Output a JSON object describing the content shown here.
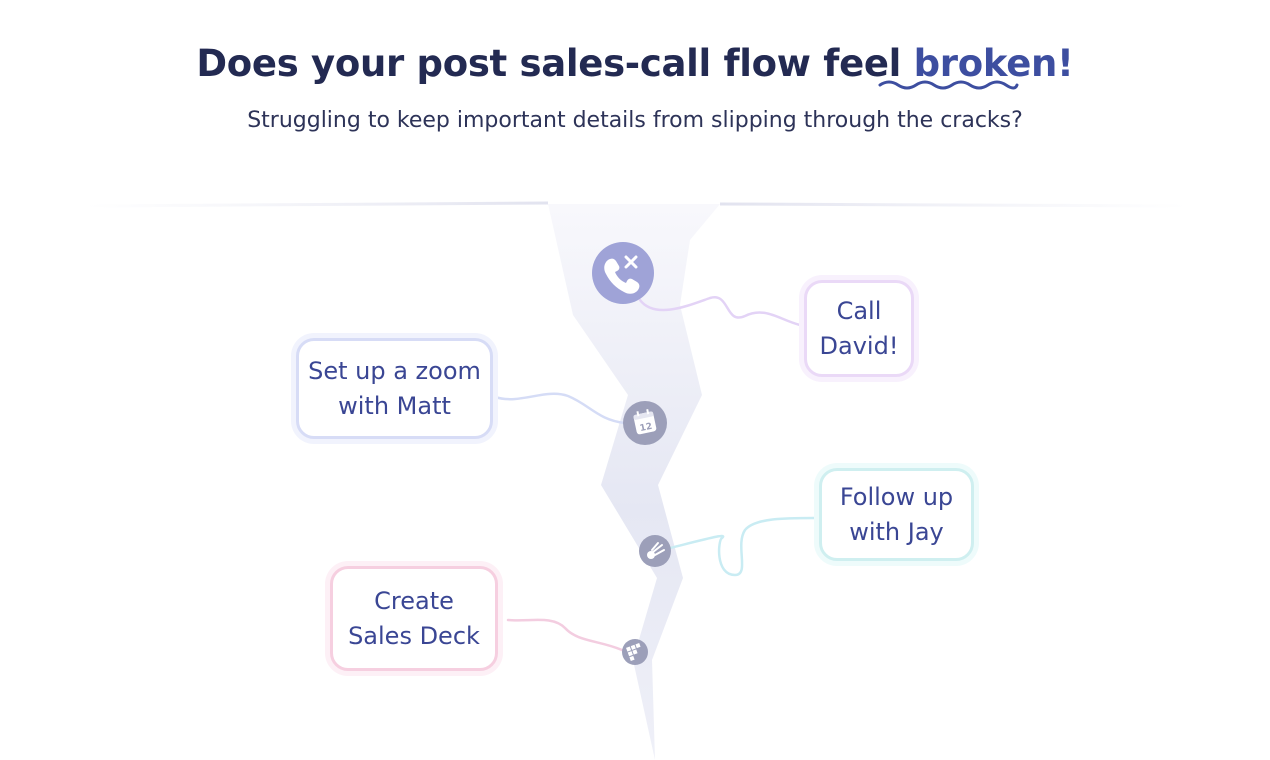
{
  "header": {
    "title_main": "Does your post sales-call flow feel ",
    "title_accent": "broken!",
    "subtitle": "Struggling to keep important details from slipping through the cracks?"
  },
  "cards": {
    "call": {
      "label": "Call David!"
    },
    "zoom": {
      "label": "Set up a zoom with Matt"
    },
    "follow": {
      "label": "Follow up with Jay"
    },
    "deck": {
      "label": "Create Sales Deck"
    }
  },
  "icons": {
    "phone": "phone-missed-icon",
    "calendar": "calendar-icon",
    "comet": "comet-icon",
    "grid": "apps-grid-icon"
  },
  "colors": {
    "heading": "#232a52",
    "accent": "#3d4ea0",
    "card_text": "#3a4694",
    "phone_circle": "#9fa3d7",
    "node_circle": "#9c9fb9",
    "line_purple": "#e3d3f6",
    "line_blue": "#d5dcf6",
    "line_teal": "#c9ecf3",
    "line_pink": "#f3cde0"
  }
}
